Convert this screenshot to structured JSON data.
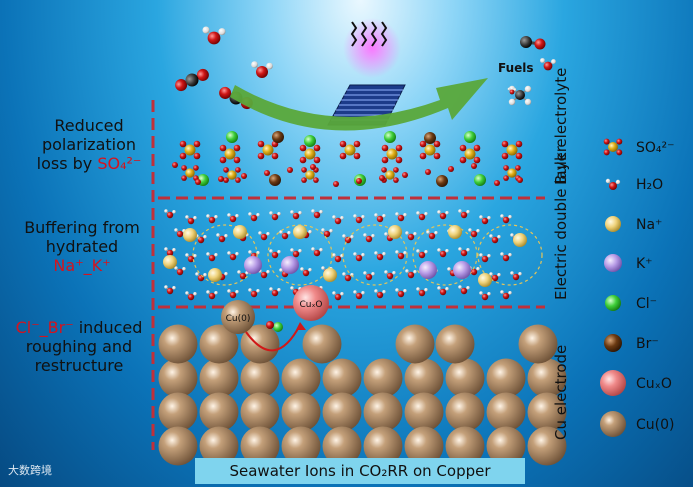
{
  "left_labels": {
    "sulfate_line1": "Reduced",
    "sulfate_line2": "polarization",
    "sulfate_line3": "loss by",
    "sulfate_ion": "SO₄²⁻",
    "cation_line1": "Buffering from",
    "cation_line2": "hydrated",
    "cation_ions": "Na⁺_K⁺",
    "halide_ions": "Cl⁻_Br⁻",
    "halide_line1": "induced",
    "halide_line2": "roughing and",
    "halide_line3": "restructure"
  },
  "region_labels": {
    "bulk": "Bulk electrolyte",
    "edl": "Electric double layer",
    "electrode": "Cu electrode"
  },
  "top": {
    "fuels": "Fuels"
  },
  "surface_labels": {
    "cu0": "Cu(0)",
    "cuxo": "CuₓO"
  },
  "legend": [
    {
      "label": "SO₄²⁻",
      "icon": "sulfate-icon"
    },
    {
      "label": "H₂O",
      "icon": "water-icon"
    },
    {
      "label": "Na⁺",
      "icon": "sodium-icon",
      "color": "#efd27a"
    },
    {
      "label": "K⁺",
      "icon": "potassium-icon",
      "color": "#b79be6"
    },
    {
      "label": "Cl⁻",
      "icon": "chloride-icon",
      "color": "#3fcf3a"
    },
    {
      "label": "Br⁻",
      "icon": "bromide-icon",
      "color": "#6b3a12"
    },
    {
      "label": "CuₓO",
      "icon": "copper-oxide-icon",
      "color": "#f08a8a"
    },
    {
      "label": "Cu(0)",
      "icon": "copper-icon",
      "color": "#a27f5a"
    }
  ],
  "caption": "Seawater Ions in CO₂RR on Copper",
  "watermark": "大数跨境",
  "colors": {
    "dash_line": "#d4141e",
    "arrow": "#5aa83a",
    "copper": "#a27f5a",
    "oxygen": "#d01818",
    "sulfur": "#e3b21b"
  }
}
